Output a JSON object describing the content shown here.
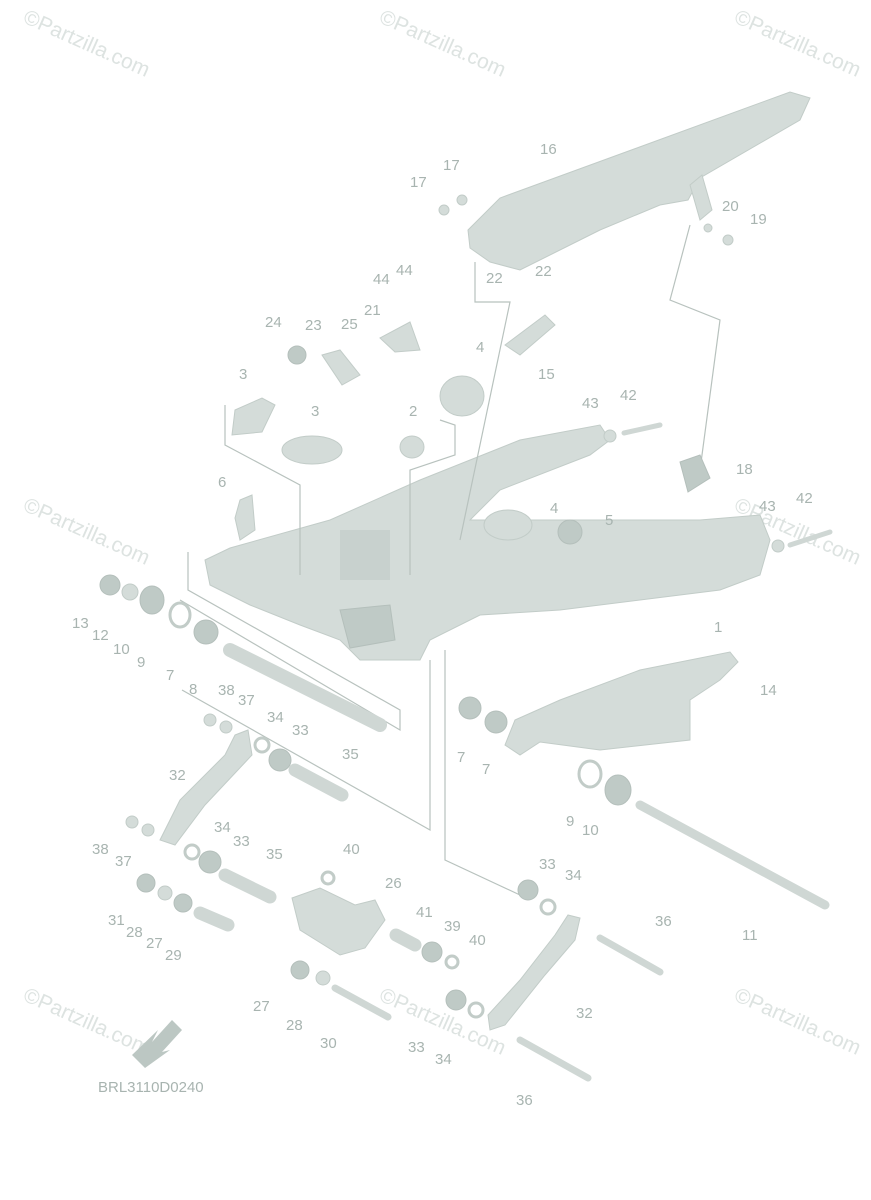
{
  "diagram_code": "BRL3110D0240",
  "watermark_text": "©Partzilla.com",
  "colors": {
    "part_fill": "#d4dcd9",
    "part_stroke": "#c2ccc8",
    "label": "#a8b4b0",
    "watermark": "#dde3e1"
  },
  "callouts": {
    "c1": "1",
    "c2": "2",
    "c3a": "3",
    "c3b": "3",
    "c4a": "4",
    "c4b": "4",
    "c5": "5",
    "c6": "6",
    "c7a": "7",
    "c7b": "7",
    "c7c": "7",
    "c8": "8",
    "c9a": "9",
    "c9b": "9",
    "c10a": "10",
    "c10b": "10",
    "c11": "11",
    "c12": "12",
    "c13": "13",
    "c14": "14",
    "c15": "15",
    "c16": "16",
    "c17a": "17",
    "c17b": "17",
    "c18": "18",
    "c19": "19",
    "c20": "20",
    "c21": "21",
    "c22a": "22",
    "c22b": "22",
    "c23": "23",
    "c24": "24",
    "c25": "25",
    "c26": "26",
    "c27a": "27",
    "c27b": "27",
    "c28a": "28",
    "c28b": "28",
    "c29": "29",
    "c30": "30",
    "c31": "31",
    "c32a": "32",
    "c32b": "32",
    "c33a": "33",
    "c33b": "33",
    "c33c": "33",
    "c33d": "33",
    "c34a": "34",
    "c34b": "34",
    "c34c": "34",
    "c34d": "34",
    "c35a": "35",
    "c35b": "35",
    "c36a": "36",
    "c36b": "36",
    "c37a": "37",
    "c37b": "37",
    "c38a": "38",
    "c38b": "38",
    "c39": "39",
    "c40a": "40",
    "c40b": "40",
    "c41": "41",
    "c42a": "42",
    "c42b": "42",
    "c43a": "43",
    "c43b": "43",
    "c44a": "44",
    "c44b": "44"
  }
}
